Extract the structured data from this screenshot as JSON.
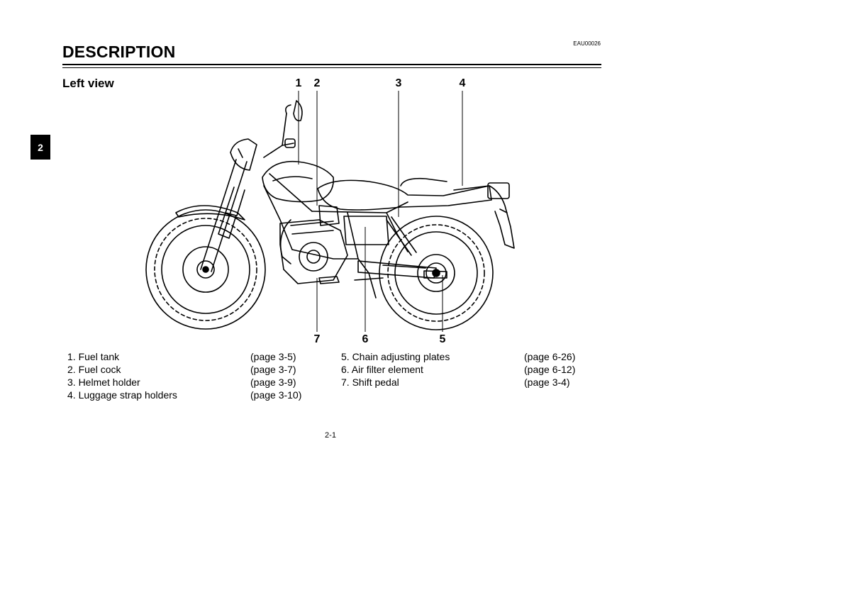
{
  "header": {
    "doc_code": "EAU00026",
    "title": "DESCRIPTION",
    "chapter_tab": "2"
  },
  "section": {
    "subtitle": "Left view"
  },
  "figure": {
    "callouts_top": [
      "1",
      "2",
      "3",
      "4"
    ],
    "callouts_bottom": [
      "7",
      "6",
      "5"
    ]
  },
  "legend": {
    "left": [
      {
        "item": "1. Fuel tank",
        "page": "(page 3-5)"
      },
      {
        "item": "2. Fuel cock",
        "page": "(page 3-7)"
      },
      {
        "item": "3. Helmet holder",
        "page": "(page 3-9)"
      },
      {
        "item": "4. Luggage strap holders",
        "page": "(page 3-10)"
      }
    ],
    "right": [
      {
        "item": "5. Chain adjusting plates",
        "page": "(page 6-26)"
      },
      {
        "item": "6. Air filter element",
        "page": "(page 6-12)"
      },
      {
        "item": "7. Shift pedal",
        "page": "(page 3-4)"
      }
    ]
  },
  "footer": {
    "page_number": "2-1"
  }
}
